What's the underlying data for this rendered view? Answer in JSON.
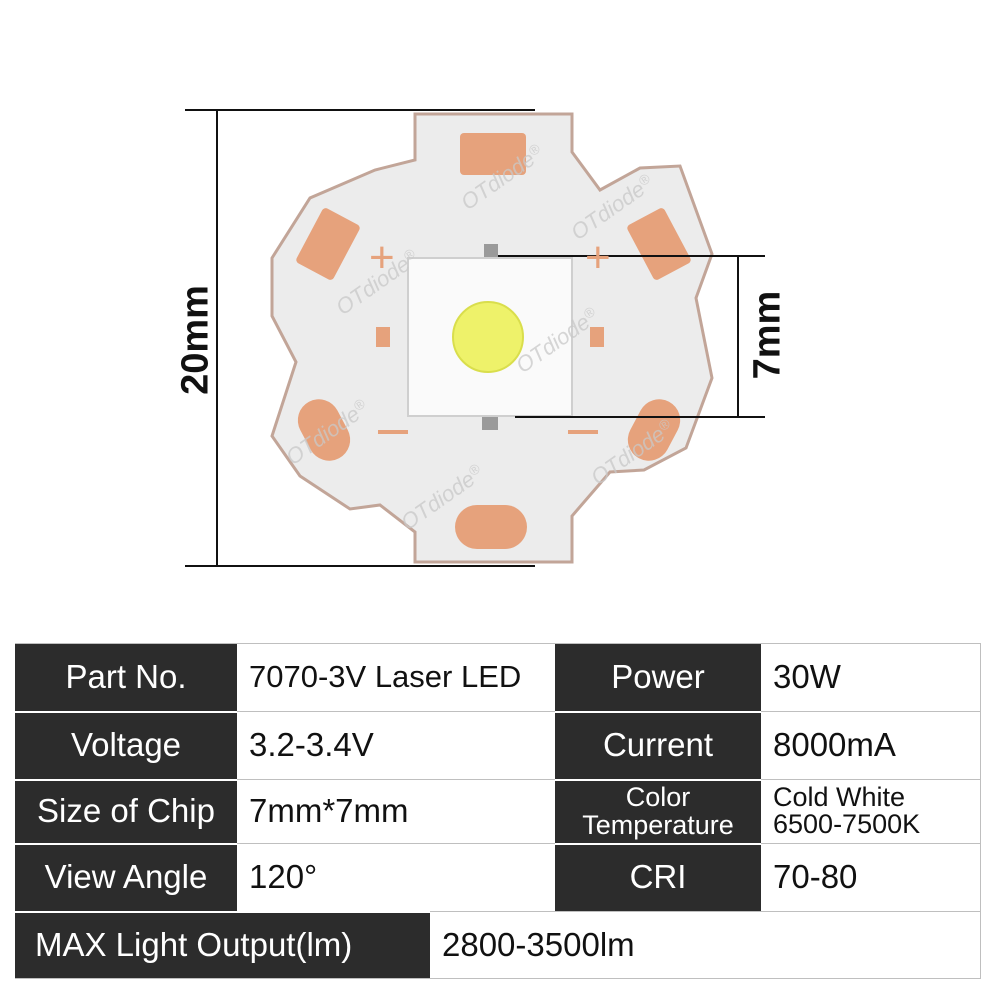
{
  "figure": {
    "dim_outer": "20mm",
    "dim_chip": "7mm",
    "plus_symbol": "+",
    "minus_symbol": "−",
    "watermark": "OTdiode",
    "registered_mark": "®"
  },
  "spec_table": {
    "part_no_label": "Part No.",
    "part_no_value": "7070-3V Laser LED",
    "power_label": "Power",
    "power_value": "30W",
    "voltage_label": "Voltage",
    "voltage_value": "3.2-3.4V",
    "current_label": "Current",
    "current_value": "8000mA",
    "chip_size_label": "Size of Chip",
    "chip_size_value": "7mm*7mm",
    "color_temp_label_line1": "Color",
    "color_temp_label_line2": "Temperature",
    "color_temp_value_line1": "Cold White",
    "color_temp_value_line2": "6500-7500K",
    "view_angle_label": "View Angle",
    "view_angle_value": "120°",
    "cri_label": "CRI",
    "cri_value": "70-80",
    "max_output_label": "MAX Light Output(lm)",
    "max_output_value": "2800-3500lm"
  },
  "colors": {
    "header_bg": "#2c2c2c",
    "board": "#ececec",
    "copper": "#e6a27c",
    "emitter": "#eef26a"
  }
}
